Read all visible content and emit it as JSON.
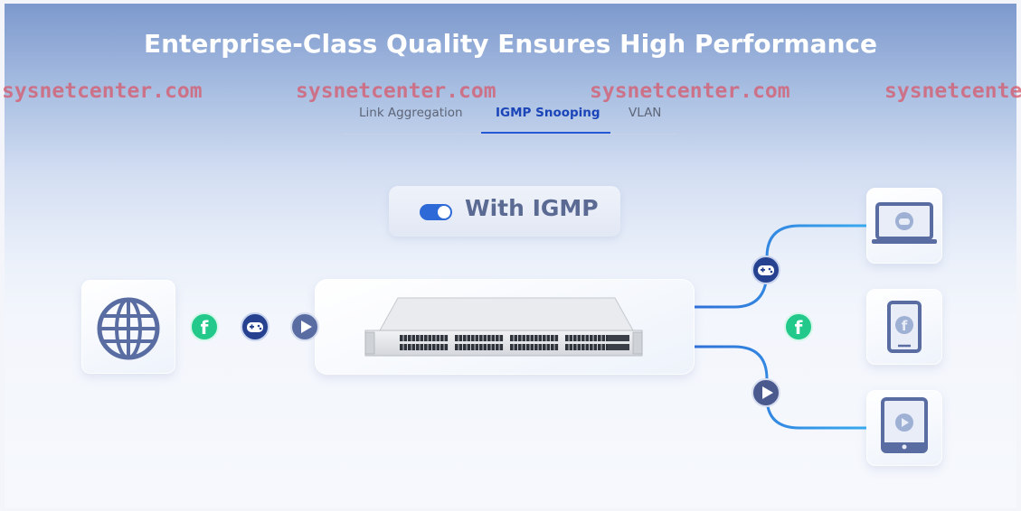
{
  "title": "Enterprise-Class Quality Ensures High Performance",
  "watermarks": [
    "sysnetcenter.com",
    "sysnetcenter.com",
    "sysnetcenter.com",
    "sysnetcenter.com"
  ],
  "tabs": [
    {
      "label": "Link Aggregation",
      "active": false
    },
    {
      "label": "IGMP Snooping",
      "active": true
    },
    {
      "label": "VLAN",
      "active": false
    }
  ],
  "badge": {
    "label": "With IGMP",
    "toggle_on": true
  },
  "nodes": {
    "source": "globe-icon",
    "switch": "network-switch",
    "devices": [
      "laptop-gamepad-icon",
      "phone-facebook-icon",
      "tablet-play-icon"
    ]
  },
  "flows": {
    "inbound": [
      "facebook-icon",
      "gamepad-icon",
      "play-icon"
    ],
    "outbound": [
      "gamepad-icon",
      "facebook-icon",
      "play-icon"
    ]
  },
  "colors": {
    "accent": "#2358d6",
    "line": "#2f7de1",
    "facebook_green": "#22c98a",
    "icon_navy": "#25418f",
    "title_text": "#ffffff",
    "watermark": "#d65c6e"
  }
}
